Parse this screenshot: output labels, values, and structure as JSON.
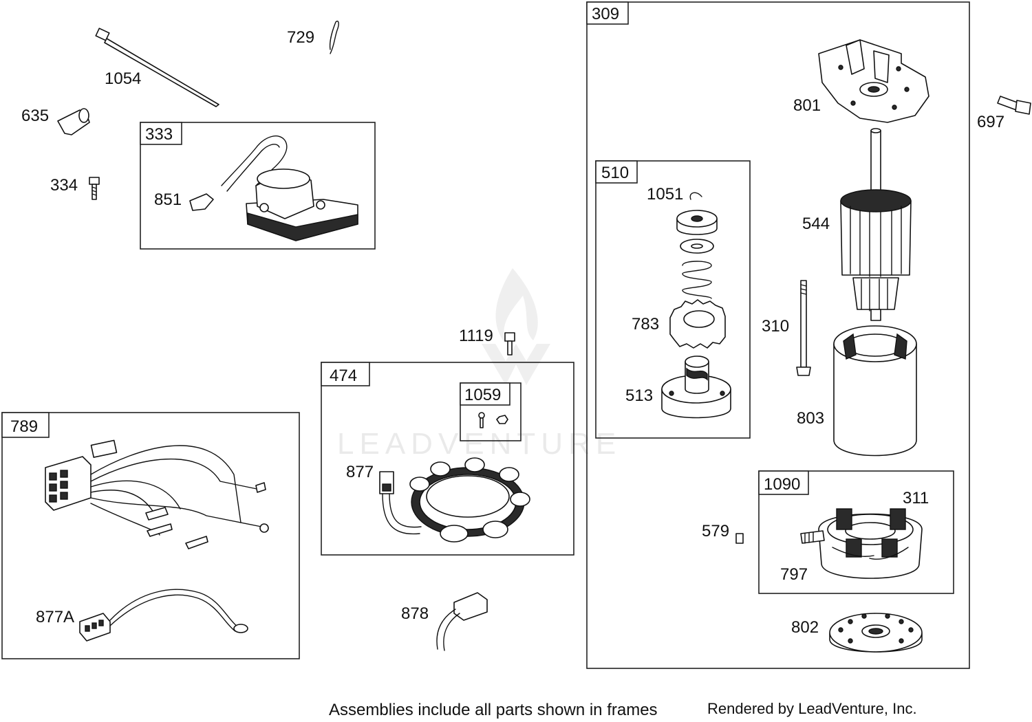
{
  "footer": {
    "note": "Assemblies include all parts shown in frames",
    "credit": "Rendered by LeadVenture, Inc."
  },
  "watermark": {
    "text": "LEADVENTURE"
  },
  "frames": {
    "f333": "333",
    "f789": "789",
    "f474": "474",
    "f1059": "1059",
    "f309": "309",
    "f510": "510",
    "f1090": "1090"
  },
  "parts": {
    "p1054": "1054",
    "p729": "729",
    "p635": "635",
    "p334": "334",
    "p851": "851",
    "p1119": "1119",
    "p877": "877",
    "p877a": "877A",
    "p878": "878",
    "p801": "801",
    "p697": "697",
    "p544": "544",
    "p1051": "1051",
    "p783": "783",
    "p513": "513",
    "p310": "310",
    "p803": "803",
    "p579": "579",
    "p311": "311",
    "p797": "797",
    "p802": "802"
  }
}
